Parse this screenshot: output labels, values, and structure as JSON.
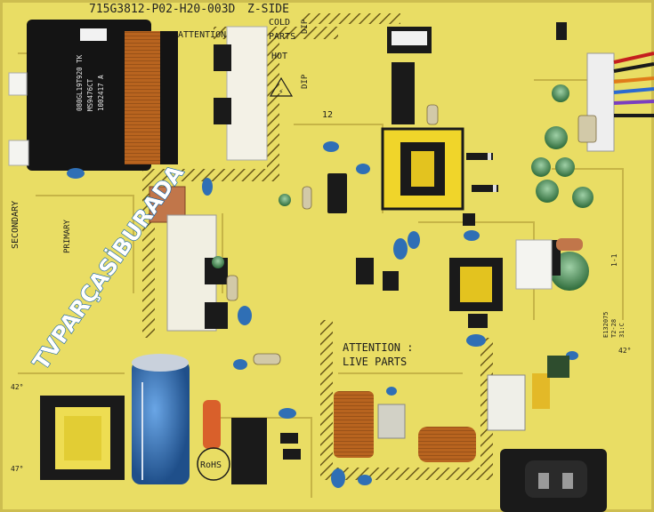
{
  "board": {
    "part_number": "715G3812-P02-H20-003D",
    "side": "Z-SIDE",
    "cold_label": "COLD",
    "parts_label": "PARTS",
    "attention_top": "ATTENTION",
    "hot_label": "HOT",
    "attention_main": "ATTENTION :",
    "live_parts": "LIVE PARTS",
    "secondary_label": "SECONDARY",
    "primary_label": "PRIMARY",
    "rohs_label": "RoHS",
    "dip_label": "DIP",
    "label_12": "12",
    "transformer_text": [
      "080GL19T920 TK",
      "MS9476CT",
      "1002417 A"
    ],
    "side_text": [
      "E132075",
      "T2-28",
      "31:C"
    ],
    "marker_11": "1-1",
    "mark_42a": "42°",
    "mark_42b": "42°",
    "mark_47": "47°"
  },
  "watermark": {
    "text": "TVPARÇASİBURADA",
    "color": "#0b5fa8"
  },
  "colors": {
    "board": "#e9dd64",
    "board_dark": "#c9b94a",
    "copper_trace": "#a88a2e",
    "capacitor_blue": "#2f6fb5",
    "capacitor_green": "#2e6b3a",
    "ferrite": "#1a1a1a",
    "copper_wire": "#b8641f"
  }
}
